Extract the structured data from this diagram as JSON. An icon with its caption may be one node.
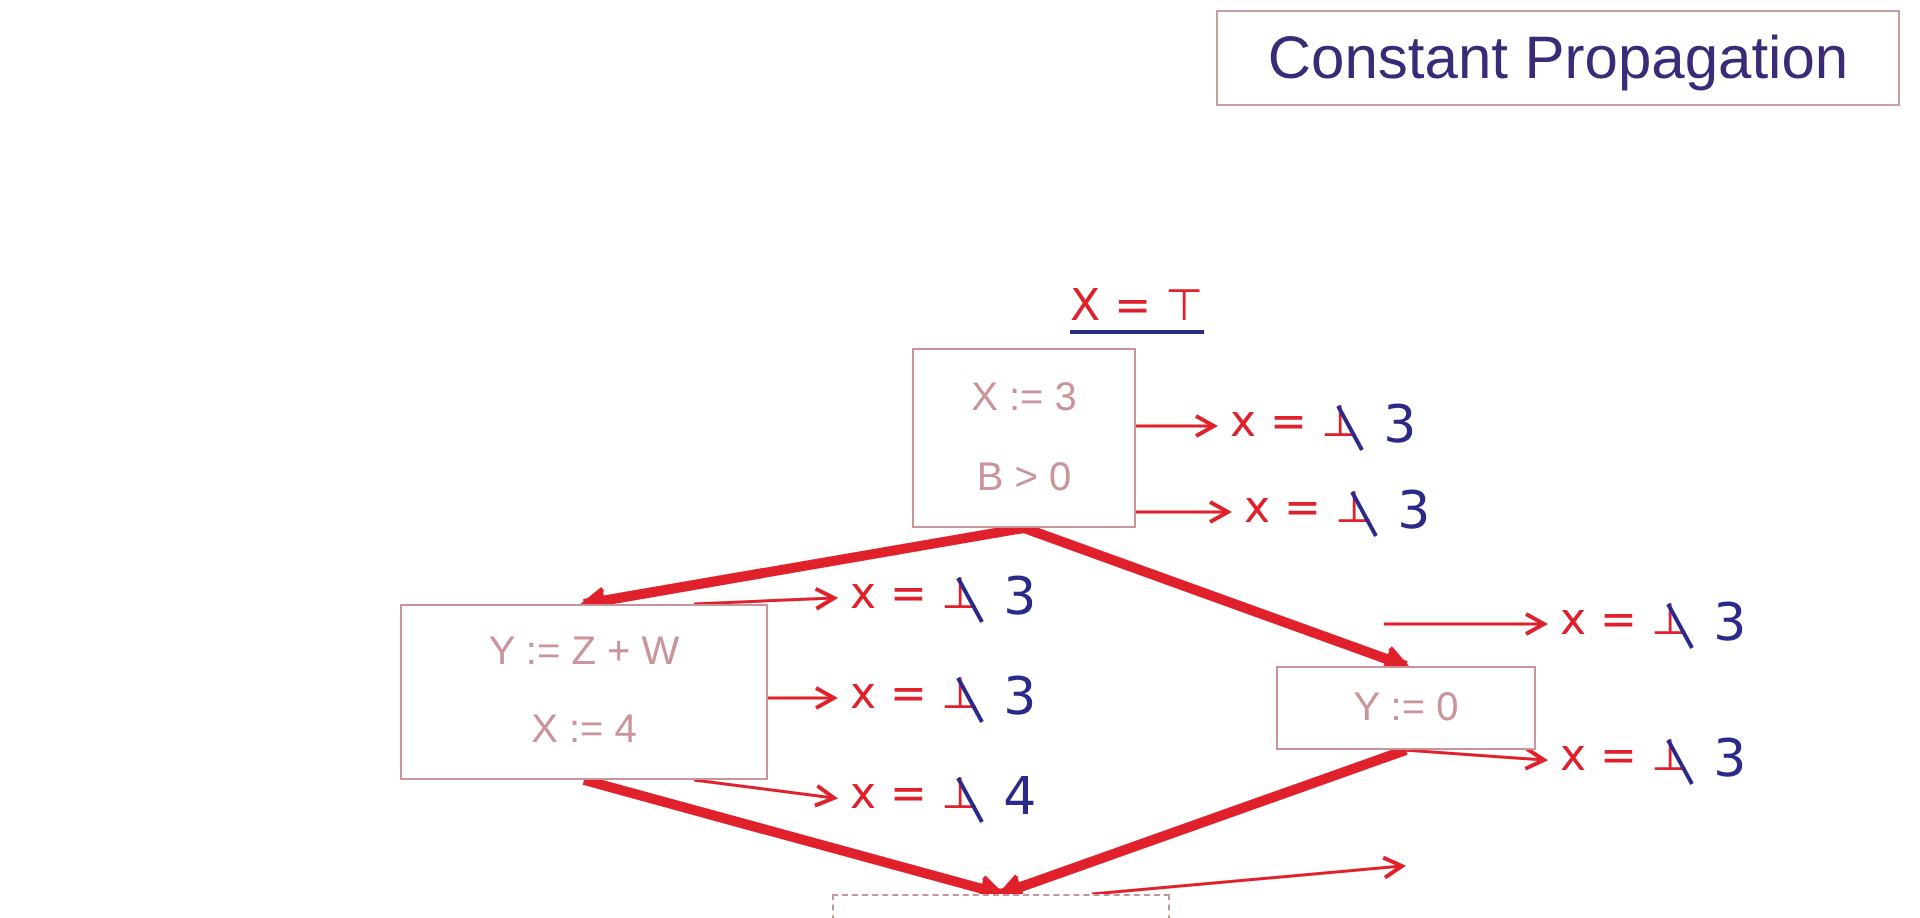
{
  "diagram": {
    "title": "Constant Propagation",
    "nodes": [
      {
        "text": [
          "X := 3",
          "B > 0"
        ]
      },
      {
        "text": [
          "Y := Z + W",
          "X := 4"
        ]
      },
      {
        "text": [
          "Y := 0"
        ]
      },
      {
        "text": [],
        "shape": "box"
      },
      {
        "text": [
          "x = ⊥",
          "3"
        ]
      },
      {
        "text": [
          "x = ⊥",
          "3"
        ]
      },
      {
        "text": [
          "x = ⊥",
          "3"
        ]
      },
      {
        "text": [
          "x = ⊥",
          "3"
        ]
      },
      {
        "text": [
          "x = ⊥",
          "4"
        ]
      },
      {
        "text": [
          "x = ⊥",
          "3"
        ]
      },
      {
        "text": [
          "x = ⊥",
          "3"
        ]
      }
    ],
    "edges": [
      {
        "from": 0,
        "to": 1,
        "arrow": "to",
        "style": "thick"
      },
      {
        "from": 0,
        "to": 2,
        "arrow": "to",
        "style": "thick"
      },
      {
        "from": 1,
        "to": 3,
        "arrow": "to",
        "style": "thick"
      },
      {
        "from": 2,
        "to": 3,
        "arrow": "to",
        "style": "thick"
      },
      {
        "from": 0,
        "to": 4,
        "arrow": "to"
      },
      {
        "from": 0,
        "to": 5,
        "arrow": "to"
      },
      {
        "from": 1,
        "to": 6,
        "arrow": "to"
      },
      {
        "from": 1,
        "to": 7,
        "arrow": "to"
      },
      {
        "from": 1,
        "to": 8,
        "arrow": "to"
      },
      {
        "from": null,
        "to": 9,
        "arrow": "to"
      },
      {
        "from": 2,
        "to": 10,
        "arrow": "to"
      },
      {
        "from": 3,
        "to": null,
        "arrow": "to"
      }
    ],
    "labels": [
      "X = ⊤"
    ]
  }
}
